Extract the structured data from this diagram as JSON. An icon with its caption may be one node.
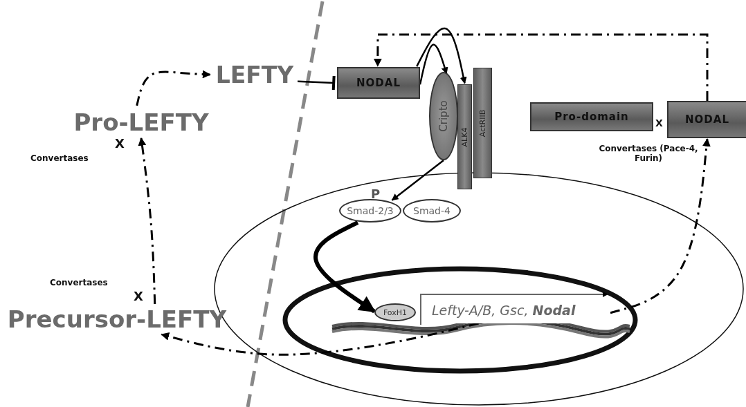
{
  "diagram": {
    "nodes": [
      {
        "text": [
          "LEFTY"
        ]
      },
      {
        "text": [
          "Pro-LEFTY"
        ]
      },
      {
        "text": [
          "Precursor-LEFTY"
        ]
      },
      {
        "text": [
          "NODAL"
        ]
      },
      {
        "text": [
          "Cripto"
        ]
      },
      {
        "text": [
          "ALK4"
        ]
      },
      {
        "text": [
          "ActRIIB"
        ]
      },
      {
        "text": [
          "Pro-domain"
        ]
      },
      {
        "text": [
          "NODAL"
        ]
      },
      {
        "text": [
          "Smad-2/3"
        ]
      },
      {
        "text": [
          "Smad-4"
        ]
      },
      {
        "text": [
          "FoxH1"
        ]
      },
      {
        "text": [
          "Lefty-A/B, Gsc, **Nodal**"
        ]
      }
    ],
    "edges": [
      {
        "from": 2,
        "to": 1,
        "arrow": "to",
        "style": "dashed"
      },
      {
        "from": 1,
        "to": 0,
        "arrow": "to",
        "style": "dashed"
      },
      {
        "from": 0,
        "to": 3,
        "arrow": "other"
      },
      {
        "from": 3,
        "to": 4,
        "arrow": "to"
      },
      {
        "from": 3,
        "to": 5,
        "arrow": "to"
      },
      {
        "from": 8,
        "to": 3,
        "arrow": "to",
        "style": "dashed"
      },
      {
        "from": 4,
        "to": 9,
        "arrow": "to"
      },
      {
        "from": 9,
        "to": 11,
        "arrow": "to",
        "style": "thick"
      },
      {
        "from": 12,
        "to": 8,
        "arrow": "to",
        "style": "dashed"
      },
      {
        "from": 12,
        "to": 2,
        "arrow": "to",
        "style": "dashed"
      }
    ],
    "labels": [
      "X",
      "Convertases",
      "X",
      "Convertases",
      "X",
      "Convertases (Pace-4, Furin)",
      "P"
    ]
  }
}
